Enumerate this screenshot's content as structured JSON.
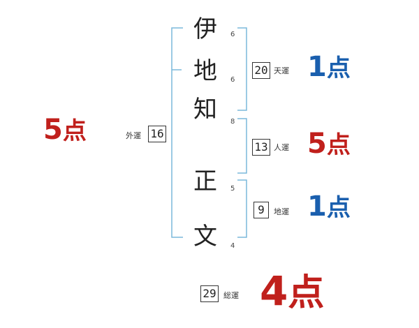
{
  "name_chars": [
    {
      "char": "伊",
      "strokes": "6"
    },
    {
      "char": "地",
      "strokes": "6"
    },
    {
      "char": "知",
      "strokes": "8"
    },
    {
      "char": "正",
      "strokes": "5"
    },
    {
      "char": "文",
      "strokes": "4"
    }
  ],
  "tenkaku": {
    "value": "20",
    "label": "天運",
    "score_num": "1",
    "score_unit": "点"
  },
  "jinkaku": {
    "value": "13",
    "label": "人運",
    "score_num": "5",
    "score_unit": "点"
  },
  "chikaku": {
    "value": "9",
    "label": "地運",
    "score_num": "1",
    "score_unit": "点"
  },
  "gaikaku": {
    "value": "16",
    "label": "外運",
    "score_num": "5",
    "score_unit": "点"
  },
  "soukaku": {
    "value": "29",
    "label": "総運",
    "score_num": "4",
    "score_unit": "点"
  },
  "colors": {
    "blue": "#1a5fae",
    "red": "#c0201c",
    "bracket": "#7ab8db"
  }
}
